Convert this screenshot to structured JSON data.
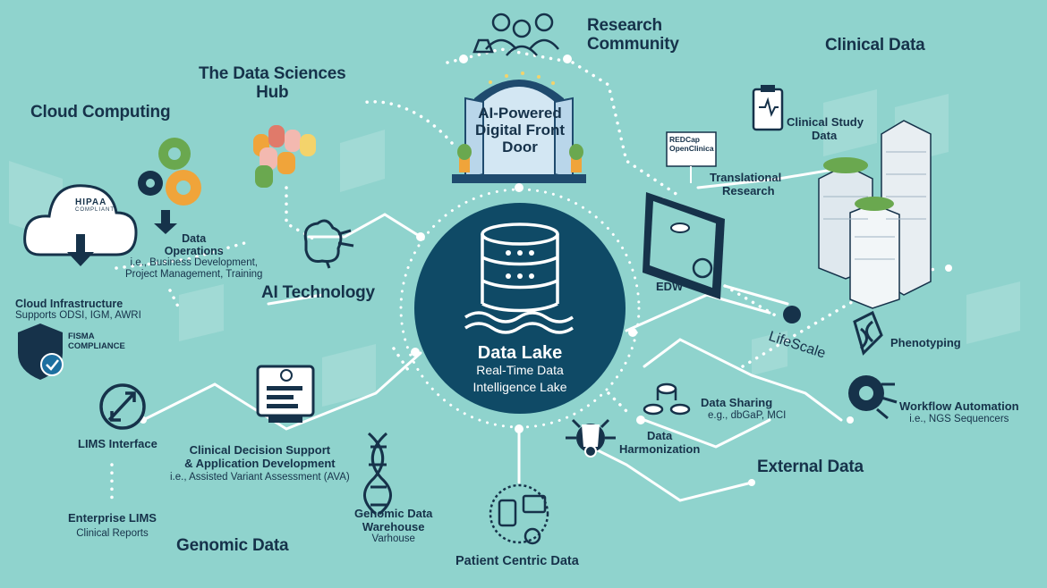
{
  "center": {
    "title": "Data Lake",
    "subtitle_line1": "Real-Time Data",
    "subtitle_line2": "Intelligence Lake"
  },
  "door": {
    "line1": "AI-Powered",
    "line2": "Digital Front",
    "line3": "Door"
  },
  "sections": {
    "research_community_1": "Research",
    "research_community_2": "Community",
    "clinical_data": "Clinical Data",
    "data_sciences_hub_1": "The Data Sciences",
    "data_sciences_hub_2": "Hub",
    "cloud_computing": "Cloud Computing",
    "ai_technology": "AI Technology",
    "genomic_data": "Genomic Data",
    "external_data": "External Data",
    "patient_centric_data": "Patient Centric Data"
  },
  "nodes": {
    "clinical_study_1": "Clinical Study",
    "clinical_study_2": "Data",
    "redcap_1": "REDCap",
    "redcap_2": "OpenClinica",
    "translational_1": "Translational",
    "translational_2": "Research",
    "edw": "EDW",
    "lifescale": "LifeScale",
    "phenotyping": "Phenotyping",
    "workflow_title": "Workflow Automation",
    "workflow_sub": "i.e., NGS Sequencers",
    "data_sharing_title": "Data Sharing",
    "data_sharing_sub": "e.g., dbGaP, MCI",
    "harmonization_1": "Data",
    "harmonization_2": "Harmonization",
    "genomic_wh_1": "Genomic Data",
    "genomic_wh_2": "Warehouse",
    "genomic_wh_sub": "Varhouse",
    "cds_1": "Clinical Decision Support",
    "cds_2": "& Application Development",
    "cds_sub": "i.e., Assisted Variant Assessment (AVA)",
    "lims_interface": "LIMS Interface",
    "enterprise_lims": "Enterprise LIMS",
    "enterprise_lims_sub": "Clinical Reports",
    "cloud_infra": "Cloud Infrastructure",
    "cloud_infra_sub": "Supports ODSI, IGM, AWRI",
    "fisma_1": "FISMA",
    "fisma_2": "COMPLIANCE",
    "data_ops": "Data",
    "data_ops_2": "Operations",
    "data_ops_sub1": "i.e., Business Development,",
    "data_ops_sub2": "Project Management, Training",
    "hipaa": "HIPAA",
    "hipaa_sub": "COMPLIANT"
  },
  "colors": {
    "background": "#8fd3cd",
    "navy": "#16324a",
    "lake": "#0f4a66",
    "lake_ring": "#ffffff",
    "accent_orange": "#f0a43a",
    "accent_green": "#6aa84f"
  }
}
